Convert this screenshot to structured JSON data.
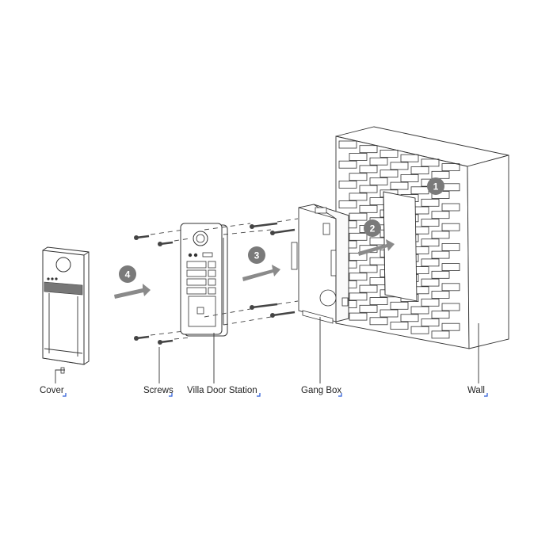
{
  "labels": {
    "cover": "Cover",
    "screws": "Screws",
    "door_station": "Villa Door Station",
    "gang_box": "Gang Box",
    "wall": "Wall"
  },
  "steps": [
    "1",
    "2",
    "3",
    "4"
  ],
  "colors": {
    "line": "#333333",
    "step_badge": "#7a7a7a",
    "arrow": "#8a8a8a",
    "label_marker": "#2a5bd7"
  }
}
